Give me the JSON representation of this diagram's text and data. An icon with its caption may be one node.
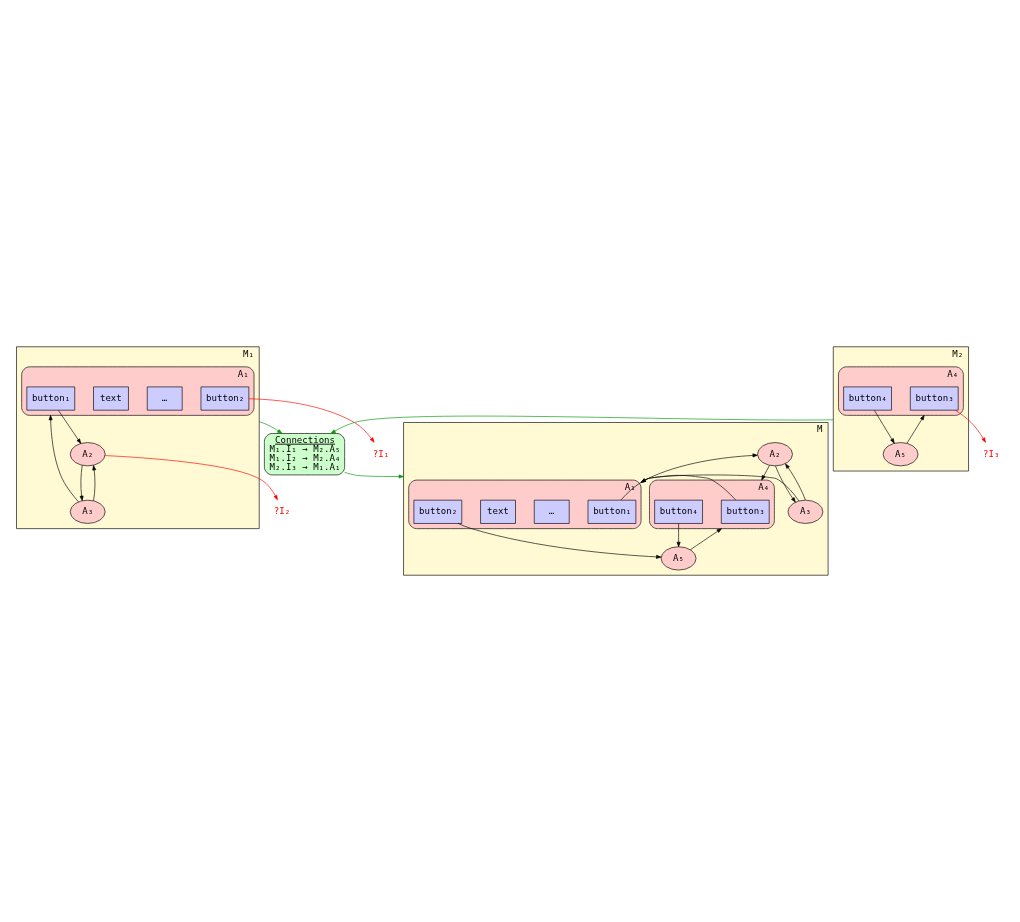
{
  "diagram": {
    "nodes": [
      {
        "text": [
          "M₁"
        ]
      },
      {
        "text": [
          "A₁"
        ],
        "in": 0
      },
      {
        "text": [
          "button₁"
        ],
        "in": 1
      },
      {
        "text": [
          "…"
        ],
        "in": 1
      },
      {
        "text": [
          "text"
        ],
        "in": 1
      },
      {
        "text": [
          "button₂"
        ],
        "in": 1
      },
      {
        "text": [
          "A₂"
        ],
        "in": 0
      },
      {
        "text": [
          "A₃"
        ],
        "in": 0
      },
      {
        "text": [
          "?I₂"
        ]
      },
      {
        "text": [
          "?I₁"
        ]
      },
      {
        "text": [
          "M₂"
        ]
      },
      {
        "text": [
          "A₄"
        ],
        "in": 10
      },
      {
        "text": [
          "button₃"
        ],
        "in": 11
      },
      {
        "text": [
          "button₄"
        ],
        "in": 11
      },
      {
        "text": [
          "A₅"
        ],
        "in": 10
      },
      {
        "text": [
          "?I₃"
        ]
      },
      {
        "text": [
          "Connections",
          "M₁.I₁ → M₂.A₅",
          "M₁.I₂ → M₂.A₄",
          "M₂.I₃ → M₁.A₁"
        ]
      },
      {
        "text": [
          "M"
        ]
      },
      {
        "text": [
          "A₁"
        ],
        "in": 17
      },
      {
        "text": [
          "button₁"
        ],
        "in": 18
      },
      {
        "text": [
          "…"
        ],
        "in": 18
      },
      {
        "text": [
          "text"
        ],
        "in": 18
      },
      {
        "text": [
          "button₂"
        ],
        "in": 18
      },
      {
        "text": [
          "A₂"
        ],
        "in": 17
      },
      {
        "text": [
          "A₃"
        ],
        "in": 17
      },
      {
        "text": [
          "A₄"
        ],
        "in": 17
      },
      {
        "text": [
          "button₃"
        ],
        "in": 25
      },
      {
        "text": [
          "button₄"
        ],
        "in": 25
      },
      {
        "text": [
          "A₅"
        ],
        "in": 17
      }
    ],
    "edges": [
      {
        "from": 2,
        "to": 6,
        "arrow": "to"
      },
      {
        "from": 6,
        "to": 8,
        "arrow": "to",
        "color": "#ff0000"
      },
      {
        "from": 6,
        "to": 7,
        "arrow": "to"
      },
      {
        "from": 7,
        "to": 6,
        "arrow": "to"
      },
      {
        "from": 7,
        "to": 1,
        "arrow": "to"
      },
      {
        "from": 5,
        "to": 9,
        "arrow": "to",
        "color": "#ff0000"
      },
      {
        "from": 12,
        "to": 15,
        "arrow": "to",
        "color": "#ff0000"
      },
      {
        "from": 13,
        "to": 14,
        "arrow": "to"
      },
      {
        "from": 14,
        "to": 11,
        "arrow": "to"
      },
      {
        "from": 0,
        "to": 16,
        "arrow": "to",
        "color": "#009900"
      },
      {
        "from": 10,
        "to": 16,
        "arrow": "to",
        "color": "#009900"
      },
      {
        "from": 16,
        "to": 17,
        "arrow": "to",
        "color": "#009900"
      },
      {
        "from": 26,
        "to": 18,
        "arrow": "to"
      },
      {
        "from": 19,
        "to": 23,
        "arrow": "to"
      },
      {
        "from": 23,
        "to": 25,
        "arrow": "to"
      },
      {
        "from": 23,
        "to": 24,
        "arrow": "to"
      },
      {
        "from": 24,
        "to": 23,
        "arrow": "to"
      },
      {
        "from": 24,
        "to": 18,
        "arrow": "to"
      },
      {
        "from": 27,
        "to": 28,
        "arrow": "to"
      },
      {
        "from": 28,
        "to": 25,
        "arrow": "to"
      },
      {
        "from": 22,
        "to": 28,
        "arrow": "to"
      }
    ]
  }
}
